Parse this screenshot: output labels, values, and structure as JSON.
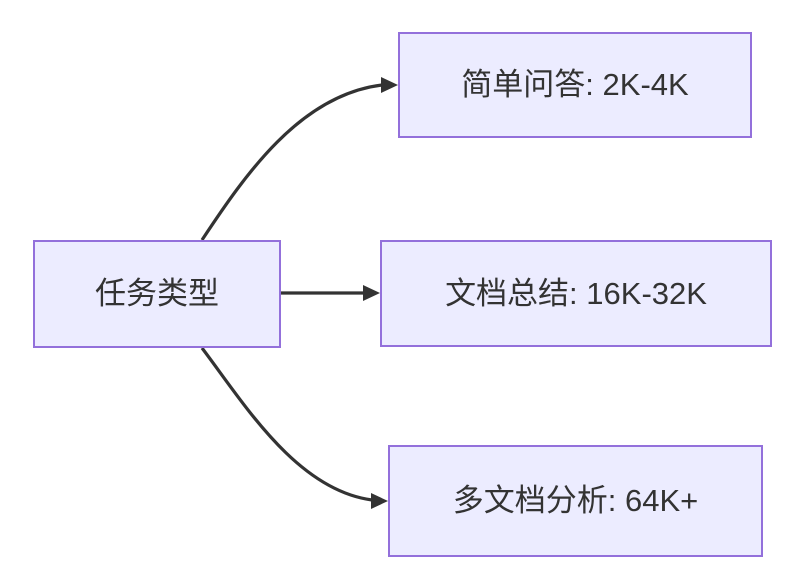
{
  "diagram": {
    "type": "flowchart",
    "direction": "left-to-right",
    "root": {
      "id": "task-type",
      "label": "任务类型"
    },
    "branches": [
      {
        "id": "simple-qa",
        "label": "简单问答: 2K-4K"
      },
      {
        "id": "doc-summary",
        "label": "文档总结: 16K-32K"
      },
      {
        "id": "multi-doc",
        "label": "多文档分析: 64K+"
      }
    ],
    "edges": [
      {
        "from": "task-type",
        "to": "simple-qa",
        "style": "curved-up-arrow"
      },
      {
        "from": "task-type",
        "to": "doc-summary",
        "style": "straight-arrow"
      },
      {
        "from": "task-type",
        "to": "multi-doc",
        "style": "curved-down-arrow"
      }
    ],
    "colors": {
      "node_fill": "#ECECFF",
      "node_border": "#9370DB",
      "edge": "#333333",
      "text": "#333333",
      "background": "#FFFFFF"
    }
  }
}
